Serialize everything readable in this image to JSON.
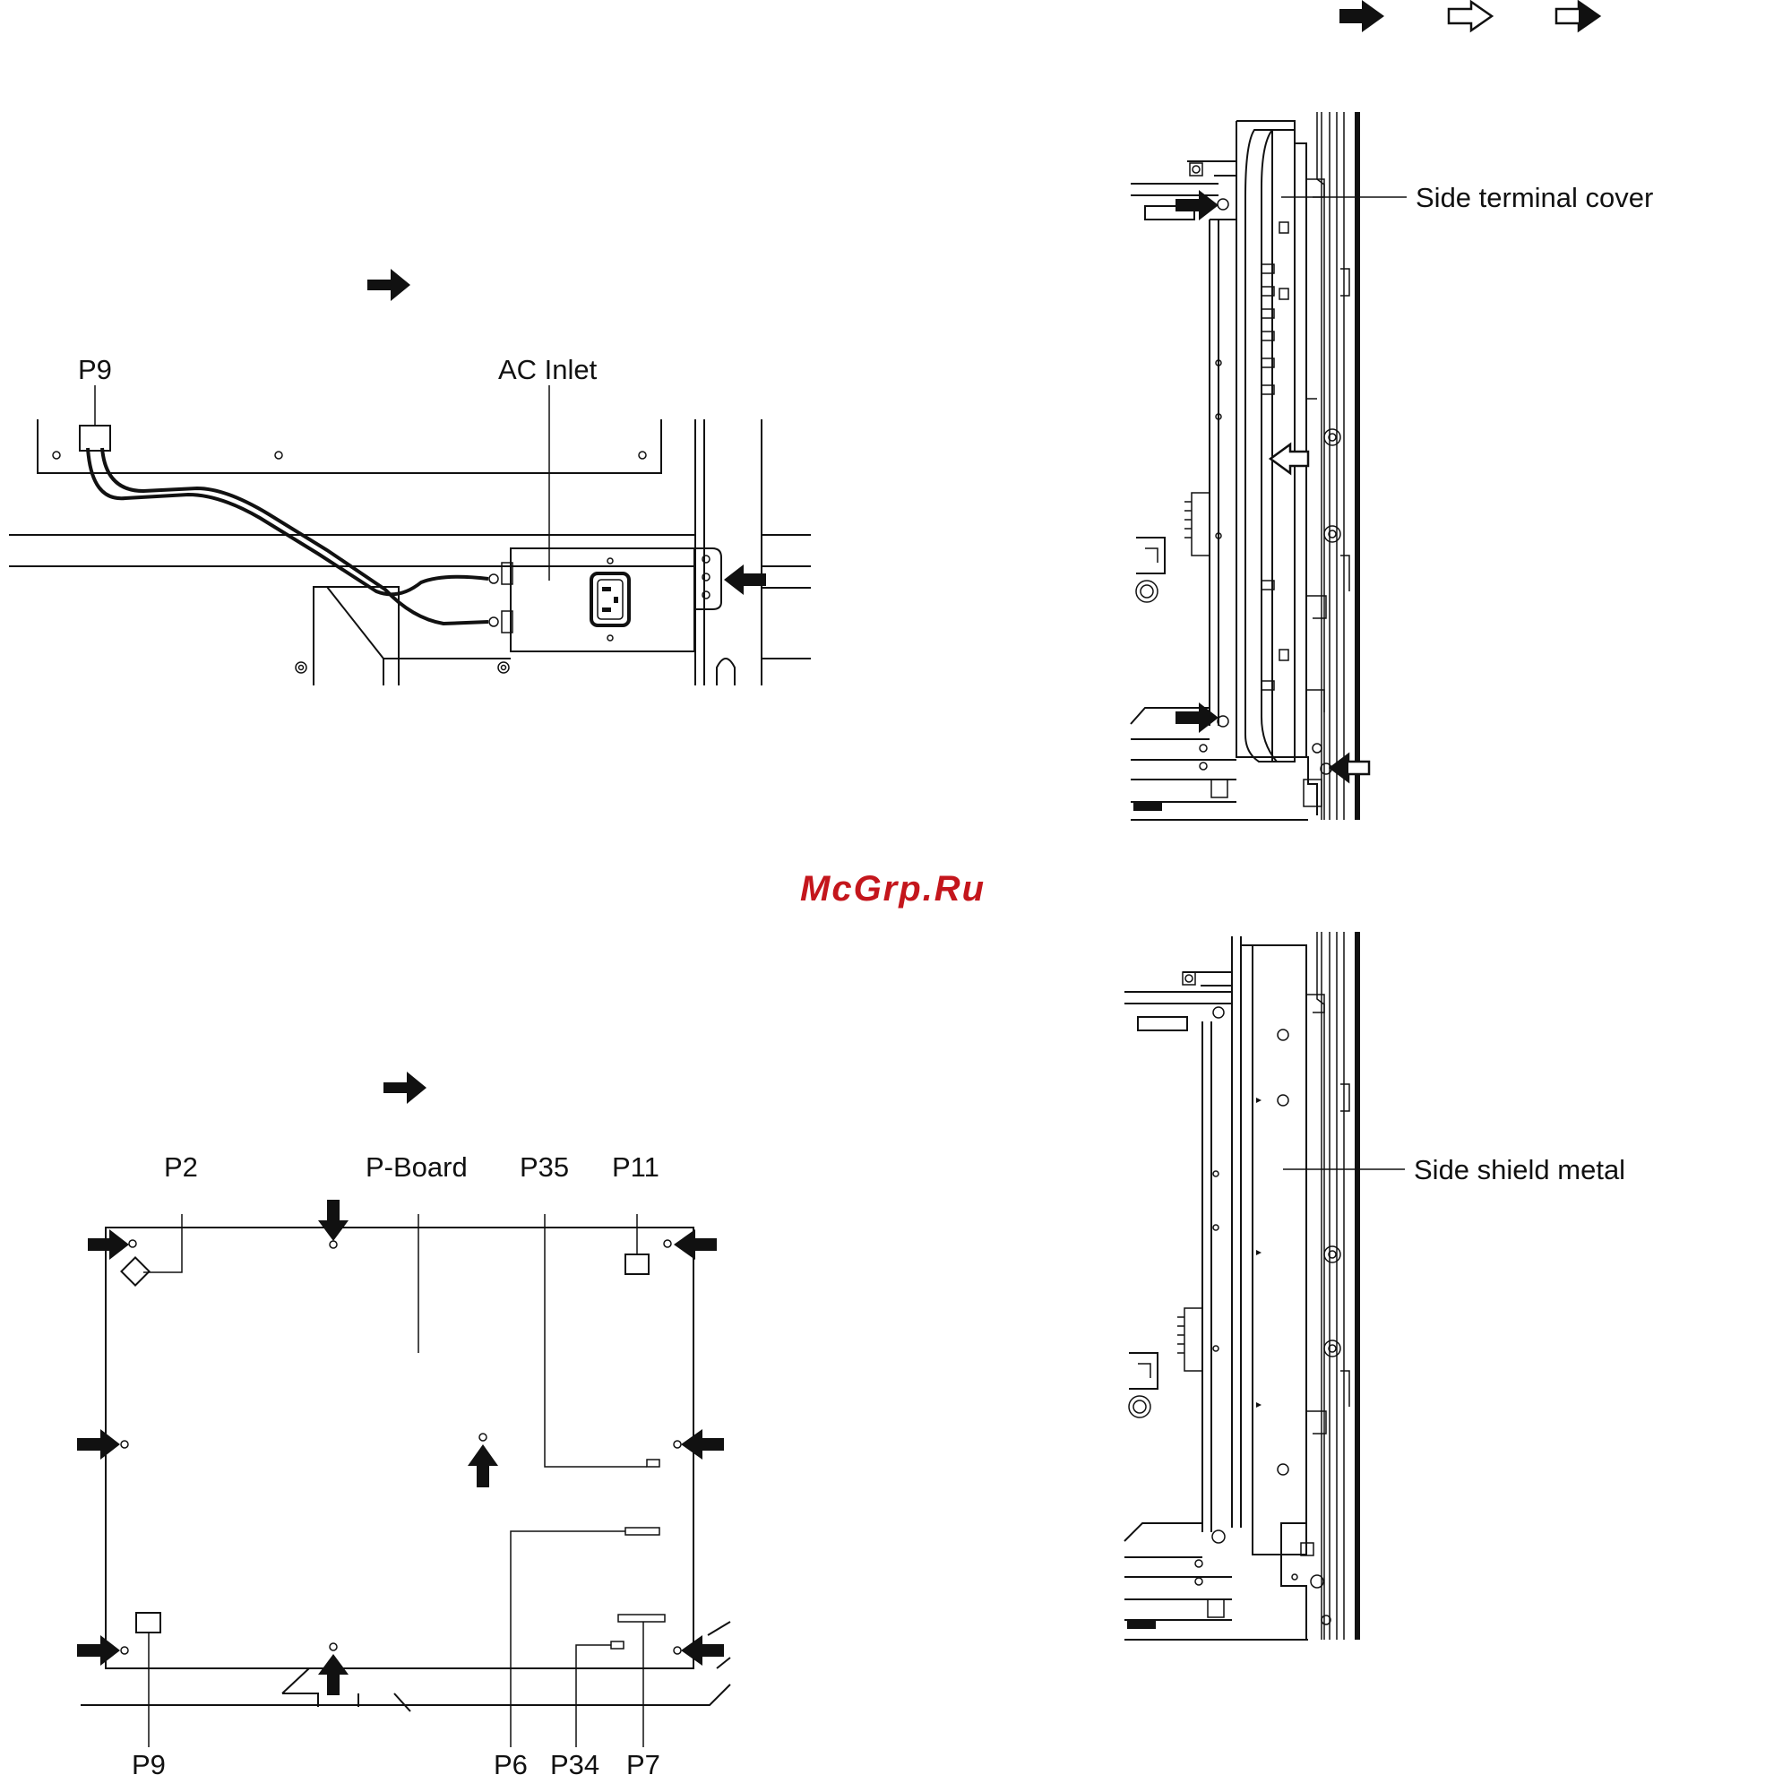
{
  "header_arrows": [
    {
      "style": "solid"
    },
    {
      "style": "outline"
    },
    {
      "style": "half-outline"
    }
  ],
  "ac_inlet_figure": {
    "labels": {
      "p9": "P9",
      "ac_inlet": "AC Inlet"
    }
  },
  "side_terminal_figure": {
    "labels": {
      "side_terminal_cover": "Side terminal cover"
    }
  },
  "watermark": "McGrp.Ru",
  "p_board_figure": {
    "labels": {
      "p2": "P2",
      "p_board": "P-Board",
      "p35": "P35",
      "p11": "P11",
      "p9": "P9",
      "p6": "P6",
      "p34": "P34",
      "p7": "P7"
    }
  },
  "side_shield_figure": {
    "labels": {
      "side_shield_metal": "Side shield metal"
    }
  },
  "colors": {
    "ink": "#111111",
    "watermark": "#c4161c",
    "background": "#ffffff"
  }
}
